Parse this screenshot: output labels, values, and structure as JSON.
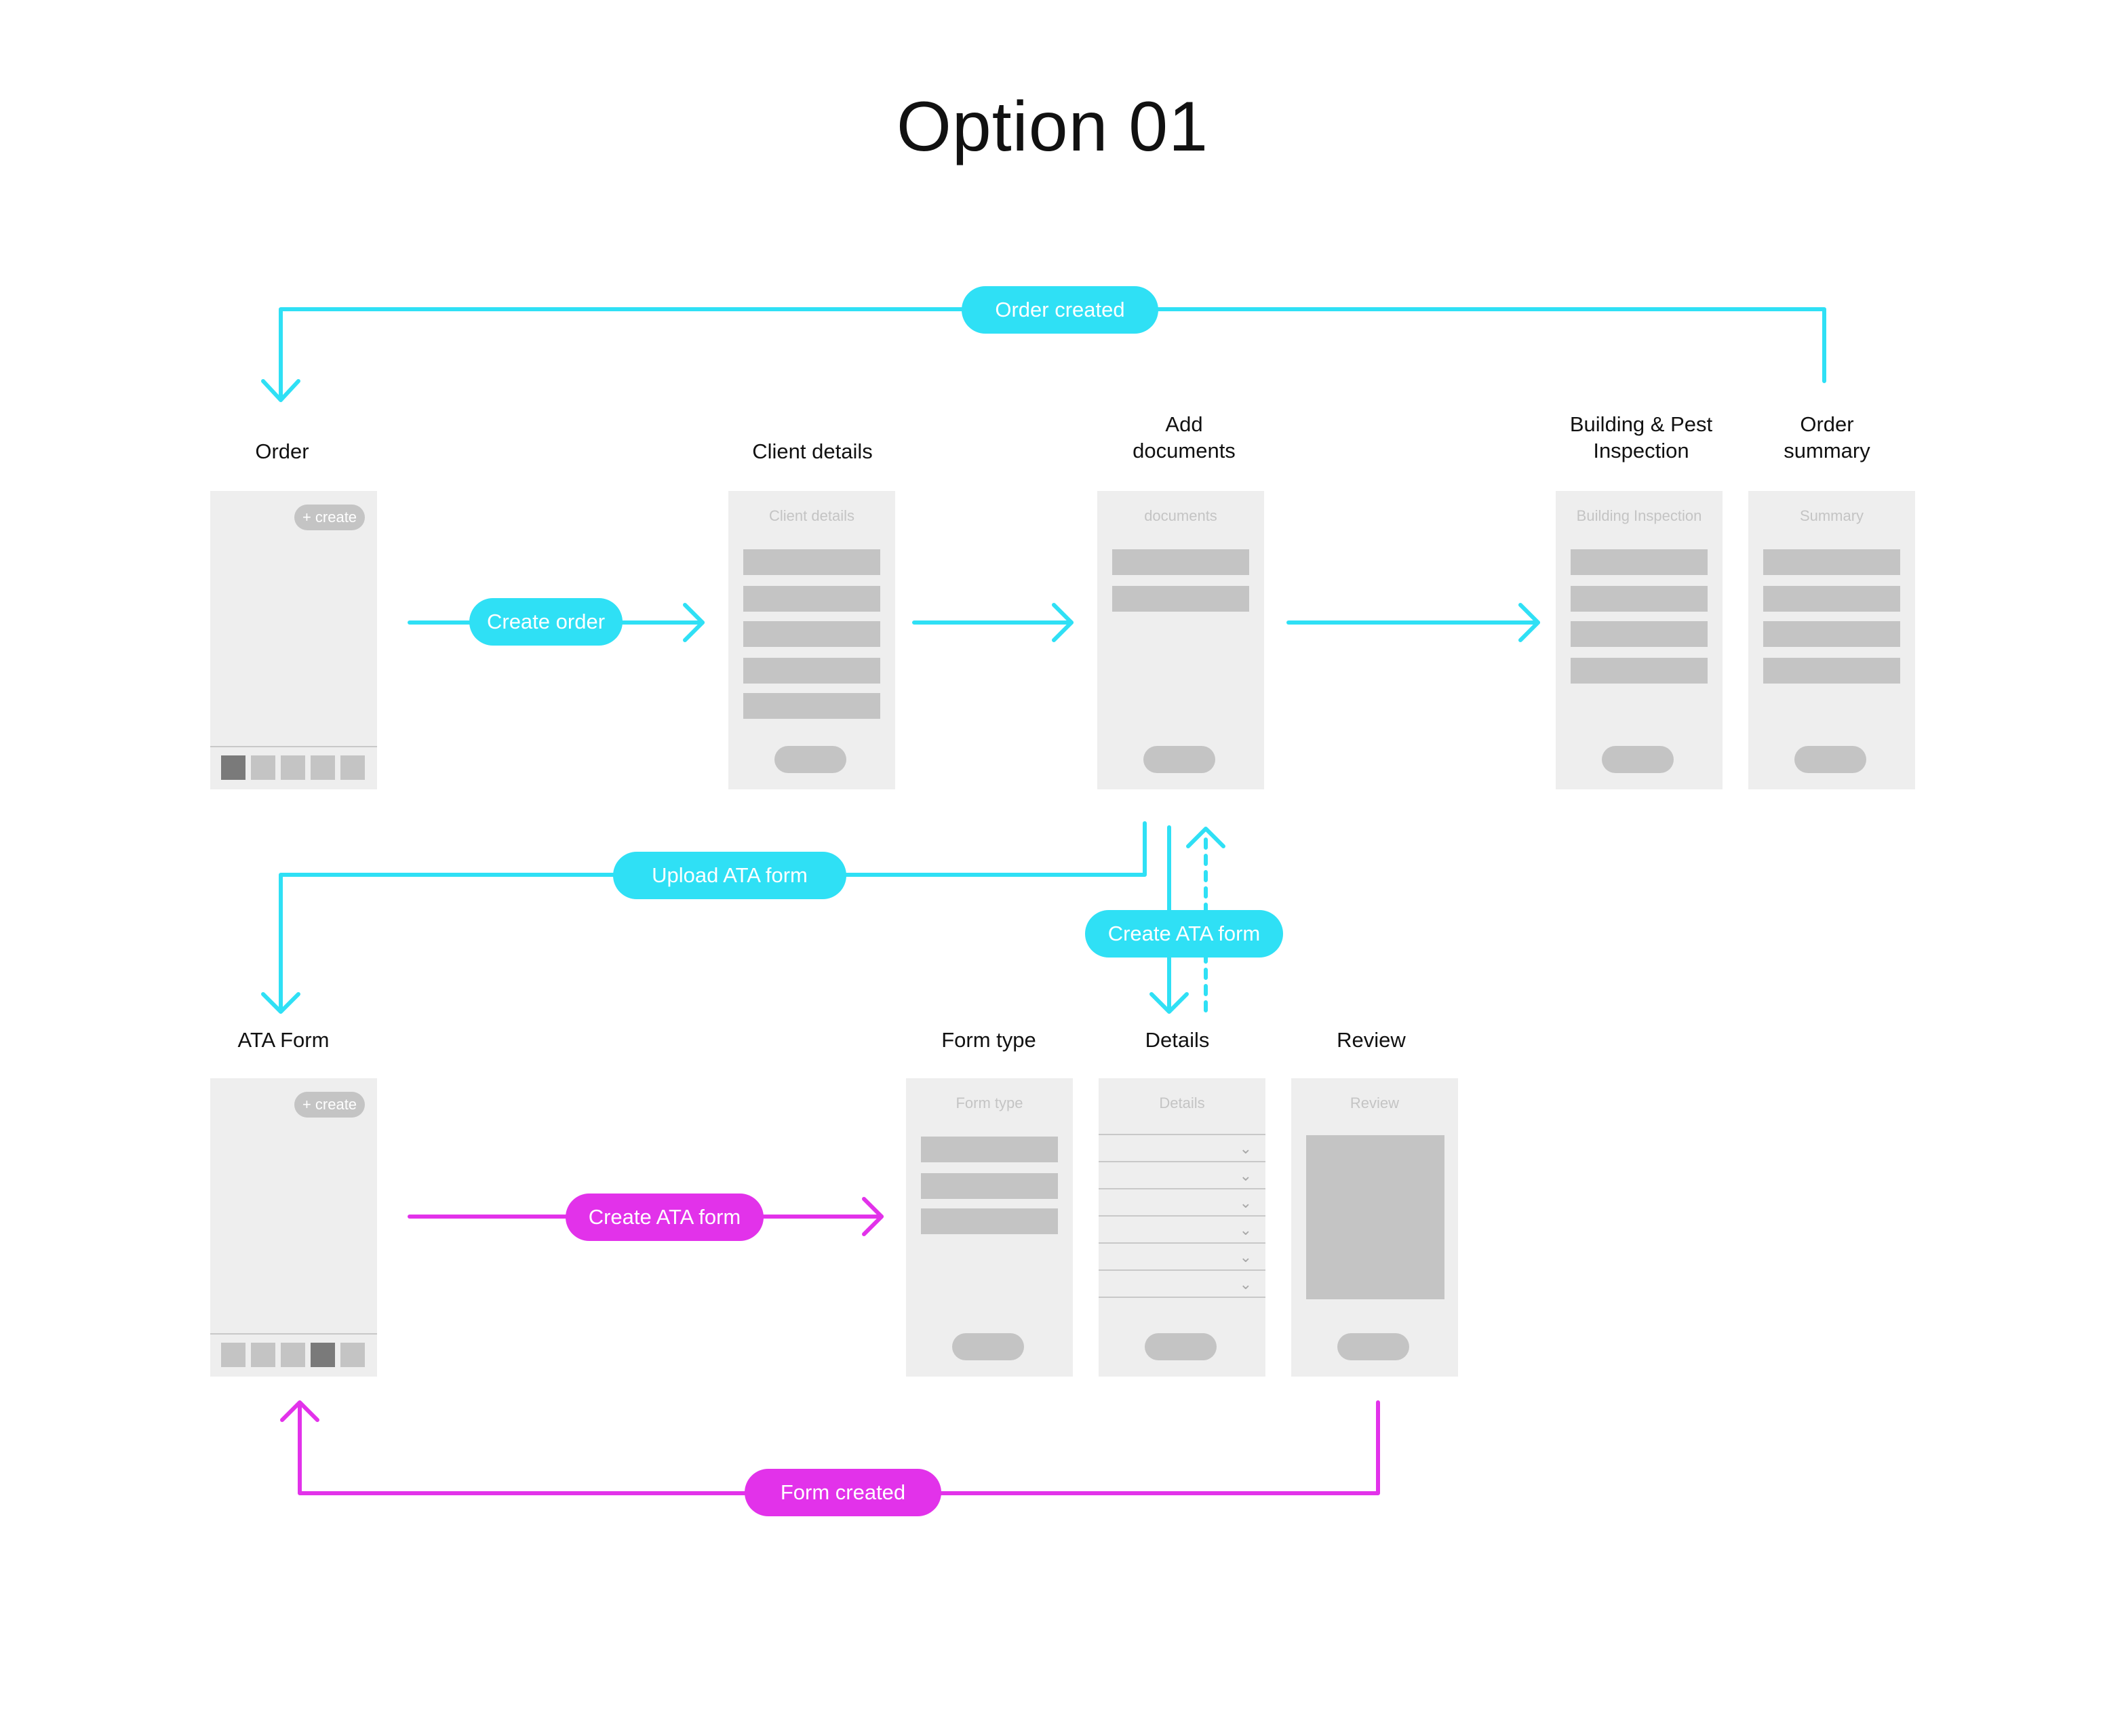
{
  "title": "Option 01",
  "colors": {
    "cyan": "#2fe0f5",
    "magenta": "#e232ea",
    "screen_bg": "#eeeeee",
    "placeholder": "#c4c4c4",
    "active_tab": "#7a7a7a"
  },
  "screens": {
    "order": {
      "label": "Order",
      "create_chip": "+ create"
    },
    "client_details": {
      "label": "Client details",
      "header": "Client details"
    },
    "add_documents": {
      "label_line1": "Add",
      "label_line2": "documents",
      "header": "documents"
    },
    "building_pest": {
      "label_line1": "Building & Pest",
      "label_line2": "Inspection",
      "header": "Building Inspection"
    },
    "order_summary": {
      "label_line1": "Order",
      "label_line2": "summary",
      "header": "Summary"
    },
    "ata_form": {
      "label": "ATA Form",
      "create_chip": "+ create"
    },
    "form_type": {
      "label": "Form type",
      "header": "Form type"
    },
    "details": {
      "label": "Details",
      "header": "Details"
    },
    "review": {
      "label": "Review",
      "header": "Review"
    }
  },
  "edges": {
    "order_created": "Order created",
    "create_order": "Create order",
    "upload_ata_form": "Upload ATA form",
    "create_ata_form_top": "Create ATA form",
    "create_ata_form_bottom": "Create ATA form",
    "form_created": "Form created"
  }
}
